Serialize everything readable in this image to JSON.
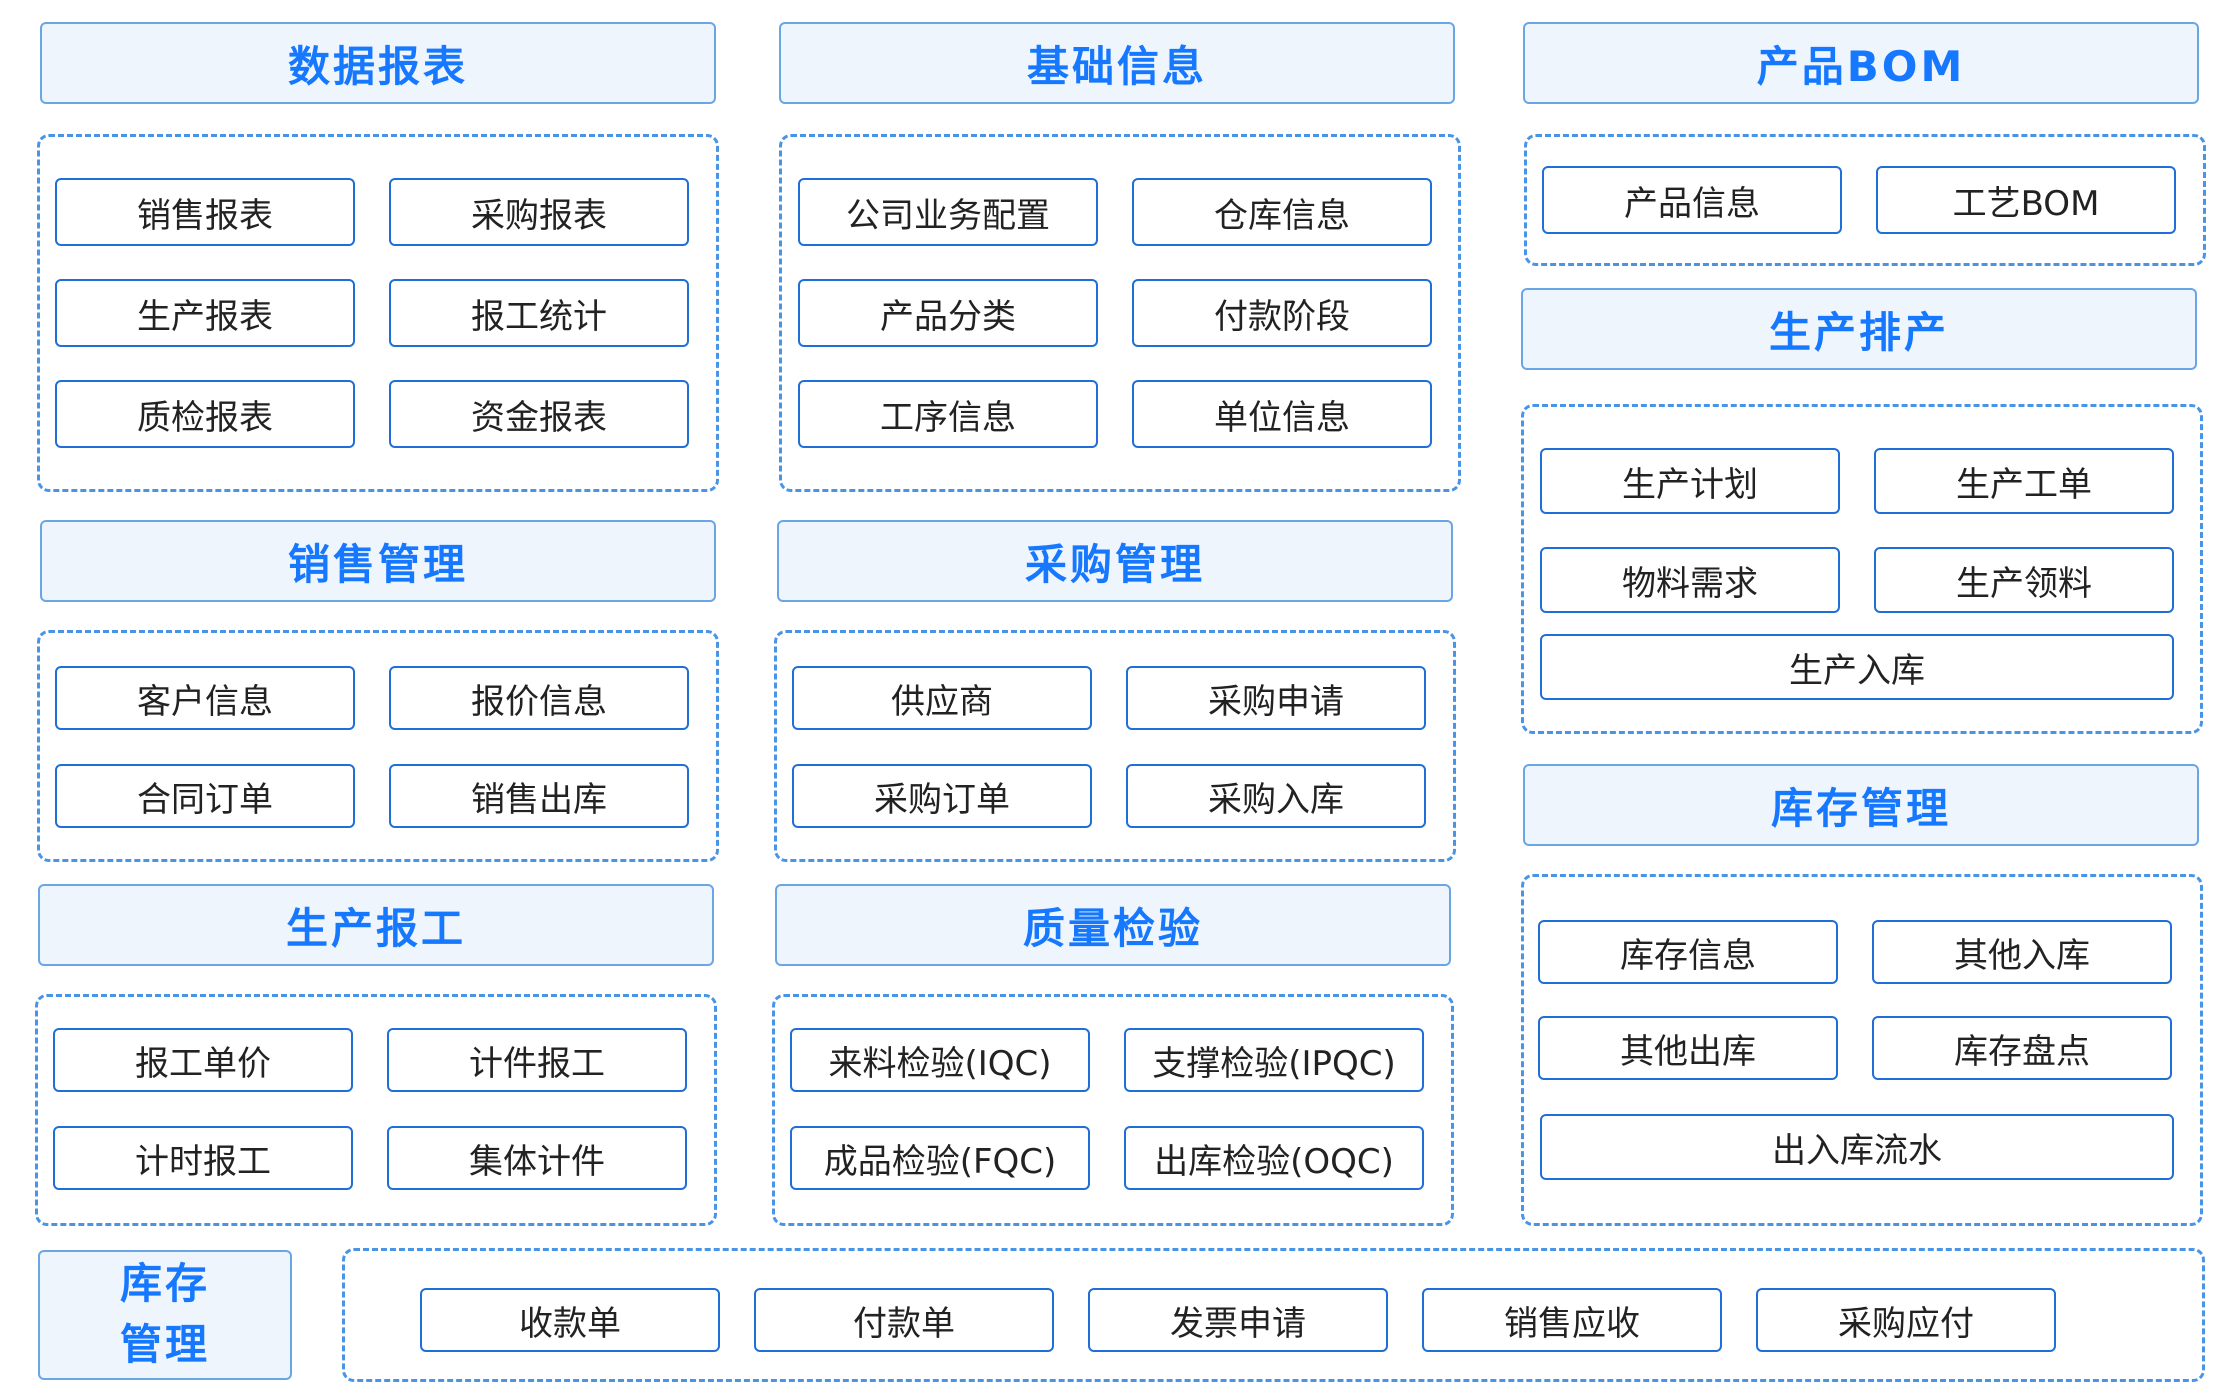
{
  "colors": {
    "accent": "#1677ff",
    "header_bg": "#eef5fd",
    "dashed_border": "#4a94e6",
    "button_border": "#1f6fd8",
    "text": "#222222"
  },
  "modules": {
    "data_reports": {
      "title": "数据报表",
      "items": [
        "销售报表",
        "采购报表",
        "生产报表",
        "报工统计",
        "质检报表",
        "资金报表"
      ]
    },
    "basic_info": {
      "title": "基础信息",
      "items": [
        "公司业务配置",
        "仓库信息",
        "产品分类",
        "付款阶段",
        "工序信息",
        "单位信息"
      ]
    },
    "product_bom": {
      "title": "产品BOM",
      "items": [
        "产品信息",
        "工艺BOM"
      ]
    },
    "production_scheduling": {
      "title": "生产排产",
      "items": [
        "生产计划",
        "生产工单",
        "物料需求",
        "生产领料",
        "生产入库"
      ]
    },
    "sales_management": {
      "title": "销售管理",
      "items": [
        "客户信息",
        "报价信息",
        "合同订单",
        "销售出库"
      ]
    },
    "purchase_management": {
      "title": "采购管理",
      "items": [
        "供应商",
        "采购申请",
        "采购订单",
        "采购入库"
      ]
    },
    "inventory_management": {
      "title": "库存管理",
      "items": [
        "库存信息",
        "其他入库",
        "其他出库",
        "库存盘点",
        "出入库流水"
      ]
    },
    "production_reporting": {
      "title": "生产报工",
      "items": [
        "报工单价",
        "计件报工",
        "计时报工",
        "集体计件"
      ]
    },
    "quality_inspection": {
      "title": "质量检验",
      "items": [
        "来料检验(IQC)",
        "支撑检验(IPQC)",
        "成品检验(FQC)",
        "出库检验(OQC)"
      ]
    },
    "bottom_inventory": {
      "title_line1": "库存",
      "title_line2": "管理",
      "items": [
        "收款单",
        "付款单",
        "发票申请",
        "销售应收",
        "采购应付"
      ]
    }
  }
}
